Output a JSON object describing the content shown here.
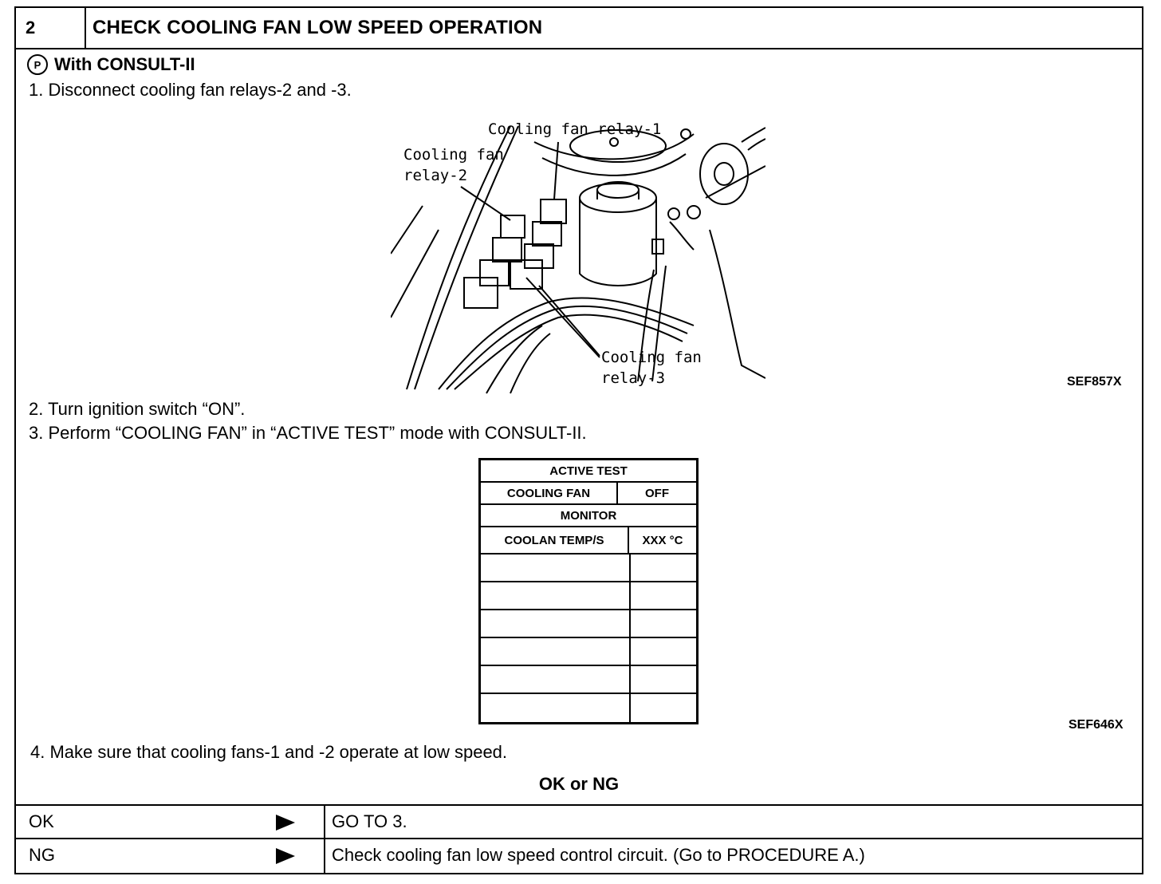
{
  "header": {
    "step_number": "2",
    "title": "CHECK COOLING FAN LOW SPEED OPERATION"
  },
  "consult": {
    "icon_symbol": "Ⓟ",
    "label": "With CONSULT-II"
  },
  "steps": [
    "1. Disconnect cooling fan relays-2 and -3.",
    "2. Turn ignition switch “ON”.",
    "3. Perform “COOLING FAN” in “ACTIVE TEST” mode with CONSULT-II.",
    "4. Make sure that cooling fans-1 and -2 operate at low speed."
  ],
  "figure1": {
    "code": "SEF857X",
    "labels": {
      "relay1": "Cooling fan relay-1",
      "relay2_line1": "Cooling fan",
      "relay2_line2": "relay-2",
      "relay3_line1": "Cooling fan",
      "relay3_line2": "relay-3"
    }
  },
  "figure2": {
    "code": "SEF646X",
    "title": "ACTIVE TEST",
    "item_label": "COOLING FAN",
    "item_value": "OFF",
    "monitor_label": "MONITOR",
    "monitor_item": "COOLAN TEMP/S",
    "monitor_value": "XXX °C"
  },
  "decision": {
    "prompt": "OK or NG",
    "results": [
      {
        "key": "OK",
        "action": "GO TO 3."
      },
      {
        "key": "NG",
        "action": "Check cooling fan low speed control circuit. (Go to PROCEDURE A.)"
      }
    ]
  }
}
